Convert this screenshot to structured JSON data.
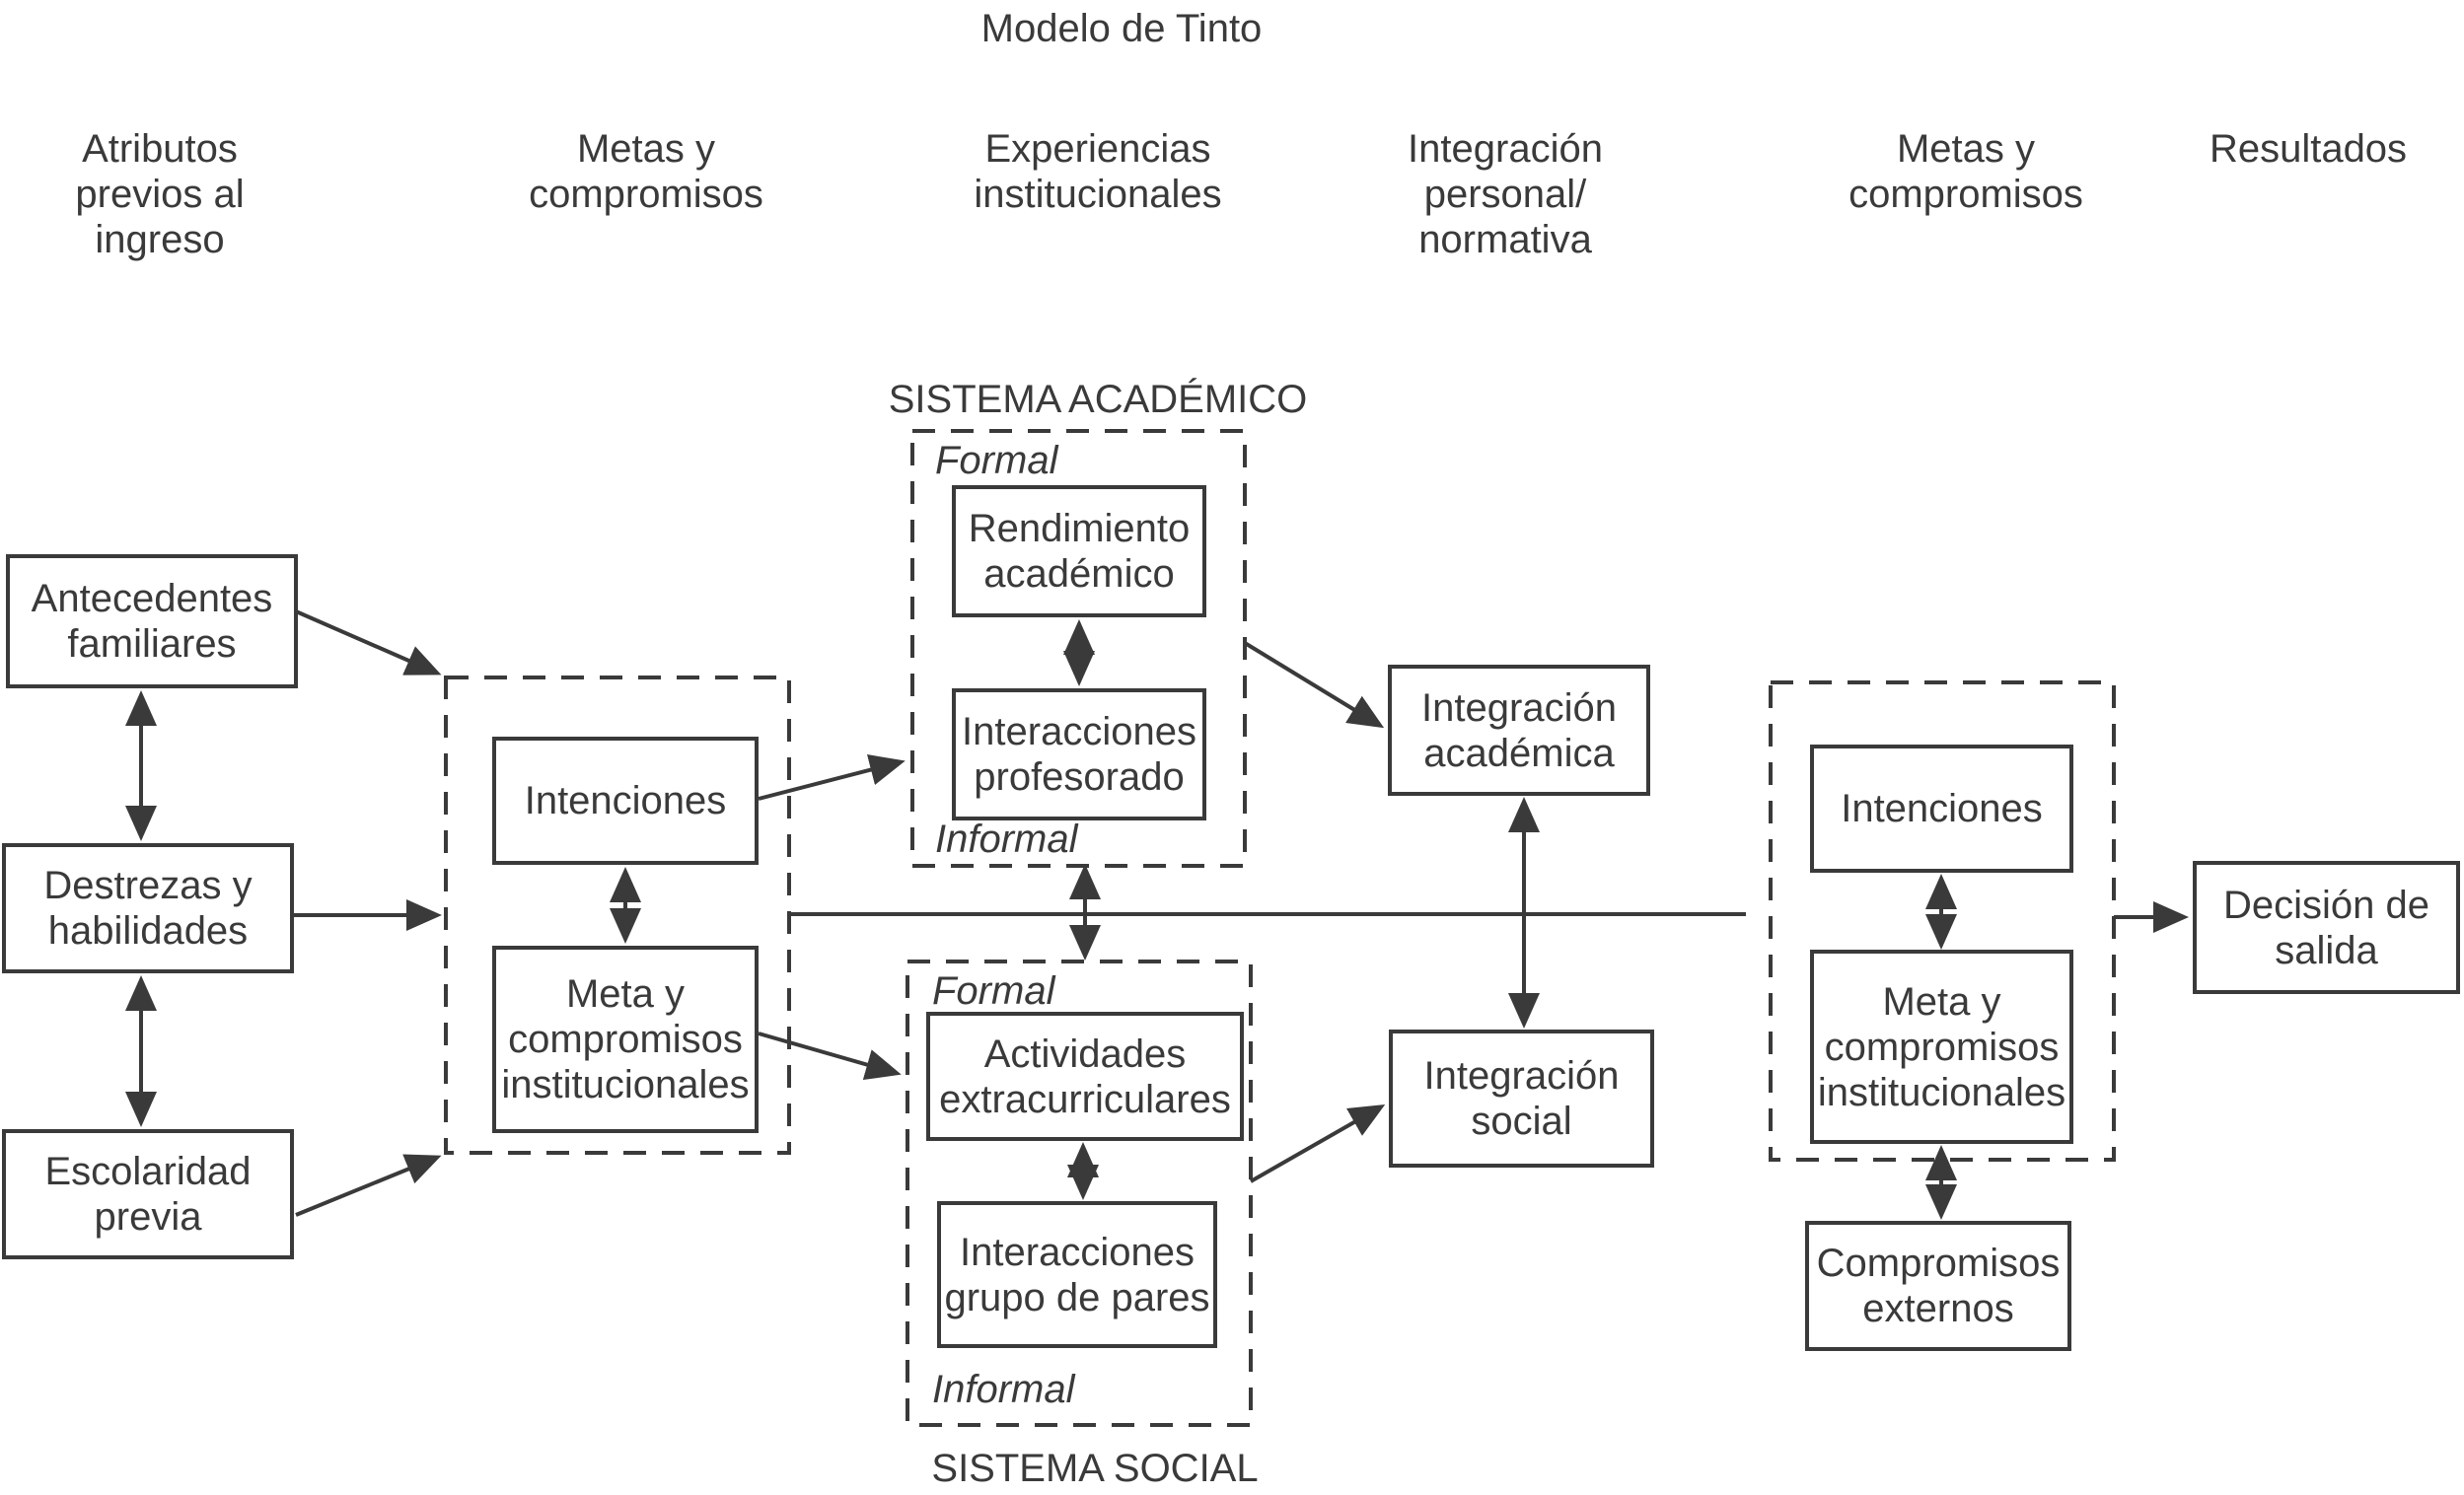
{
  "title": "Modelo de Tinto",
  "colors": {
    "ink": "#3a3a3a",
    "background": "#ffffff"
  },
  "column_headers": {
    "atributos": "Atributos\nprevios al\ningreso",
    "metas_1": "Metas y\ncompromisos",
    "experiencias": "Experiencias\ninstitucionales",
    "integracion": "Integración\npersonal/\nnormativa",
    "metas_2": "Metas y\ncompromisos",
    "resultados": "Resultados"
  },
  "system_labels": {
    "academico": "SISTEMA ACADÉMICO",
    "social": "SISTEMA SOCIAL",
    "formal_academico": "Formal",
    "informal_academico": "Informal",
    "formal_social": "Formal",
    "informal_social": "Informal"
  },
  "nodes": {
    "antecedentes_familiares": "Antecedentes\nfamiliares",
    "destrezas_habilidades": "Destrezas y\nhabilidades",
    "escolaridad_previa": "Escolaridad\nprevia",
    "intenciones_izq": "Intenciones",
    "meta_compromisos_izq": "Meta y\ncompromisos\ninstitucionales",
    "rendimiento_academico": "Rendimiento\nacadémico",
    "interacciones_profesorado": "Interacciones\nprofesorado",
    "actividades_extracurriculares": "Actividades\nextracurriculares",
    "interacciones_grupo_pares": "Interacciones\ngrupo de pares",
    "integracion_academica": "Integración\nacadémica",
    "integracion_social": "Integración\nsocial",
    "intenciones_der": "Intenciones",
    "meta_compromisos_der": "Meta y\ncompromisos\ninstitucionales",
    "compromisos_externos": "Compromisos\nexternos",
    "decision_salida": "Decisión de\nsalida"
  }
}
